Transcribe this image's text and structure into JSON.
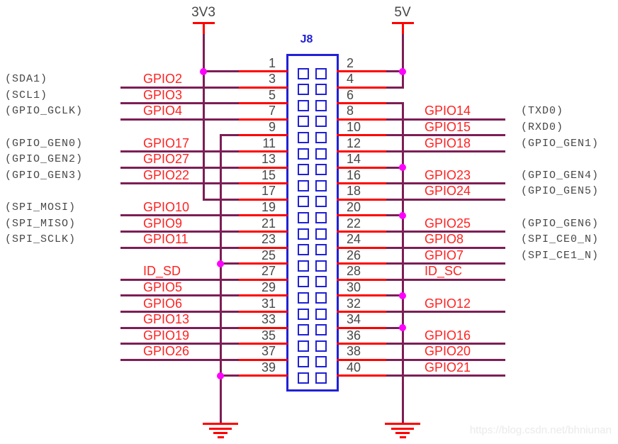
{
  "page": {
    "watermark": "https://blog.csdn.net/bhniunan"
  },
  "schematic": {
    "connector_designator": "J8",
    "power_flags": [
      {
        "name": "3V3",
        "side": "left"
      },
      {
        "name": "5V",
        "side": "right"
      }
    ],
    "ground_symbol_count": 2,
    "colors": {
      "wire": "#7d1e55",
      "pin_stub_red": "#ff0000",
      "net_label_red": "#ff2222",
      "symbol_blue": "#2020d8",
      "junction_magenta": "#ff00ff",
      "text_dark": "#474747",
      "watermark_gray": "#eaeaea",
      "background": "#ffffff"
    },
    "pins": [
      {
        "pin": 1,
        "net": "3V3",
        "label": "",
        "signal": ""
      },
      {
        "pin": 2,
        "net": "5V",
        "label": "",
        "signal": ""
      },
      {
        "pin": 3,
        "net": "GPIO",
        "label": "GPIO2",
        "signal": "(SDA1)"
      },
      {
        "pin": 4,
        "net": "5V",
        "label": "",
        "signal": ""
      },
      {
        "pin": 5,
        "net": "GPIO",
        "label": "GPIO3",
        "signal": "(SCL1)"
      },
      {
        "pin": 6,
        "net": "GND",
        "label": "",
        "signal": ""
      },
      {
        "pin": 7,
        "net": "GPIO",
        "label": "GPIO4",
        "signal": "(GPIO_GCLK)"
      },
      {
        "pin": 8,
        "net": "GPIO",
        "label": "GPIO14",
        "signal": "(TXD0)"
      },
      {
        "pin": 9,
        "net": "GND",
        "label": "",
        "signal": ""
      },
      {
        "pin": 10,
        "net": "GPIO",
        "label": "GPIO15",
        "signal": "(RXD0)"
      },
      {
        "pin": 11,
        "net": "GPIO",
        "label": "GPIO17",
        "signal": "(GPIO_GEN0)"
      },
      {
        "pin": 12,
        "net": "GPIO",
        "label": "GPIO18",
        "signal": "(GPIO_GEN1)"
      },
      {
        "pin": 13,
        "net": "GPIO",
        "label": "GPIO27",
        "signal": "(GPIO_GEN2)"
      },
      {
        "pin": 14,
        "net": "GND",
        "label": "",
        "signal": ""
      },
      {
        "pin": 15,
        "net": "GPIO",
        "label": "GPIO22",
        "signal": "(GPIO_GEN3)"
      },
      {
        "pin": 16,
        "net": "GPIO",
        "label": "GPIO23",
        "signal": "(GPIO_GEN4)"
      },
      {
        "pin": 17,
        "net": "3V3",
        "label": "",
        "signal": ""
      },
      {
        "pin": 18,
        "net": "GPIO",
        "label": "GPIO24",
        "signal": "(GPIO_GEN5)"
      },
      {
        "pin": 19,
        "net": "GPIO",
        "label": "GPIO10",
        "signal": "(SPI_MOSI)"
      },
      {
        "pin": 20,
        "net": "GND",
        "label": "",
        "signal": ""
      },
      {
        "pin": 21,
        "net": "GPIO",
        "label": "GPIO9",
        "signal": "(SPI_MISO)"
      },
      {
        "pin": 22,
        "net": "GPIO",
        "label": "GPIO25",
        "signal": "(GPIO_GEN6)"
      },
      {
        "pin": 23,
        "net": "GPIO",
        "label": "GPIO11",
        "signal": "(SPI_SCLK)"
      },
      {
        "pin": 24,
        "net": "GPIO",
        "label": "GPIO8",
        "signal": "(SPI_CE0_N)"
      },
      {
        "pin": 25,
        "net": "GND",
        "label": "",
        "signal": ""
      },
      {
        "pin": 26,
        "net": "GPIO",
        "label": "GPIO7",
        "signal": "(SPI_CE1_N)"
      },
      {
        "pin": 27,
        "net": "ID",
        "label": "ID_SD",
        "signal": ""
      },
      {
        "pin": 28,
        "net": "ID",
        "label": "ID_SC",
        "signal": ""
      },
      {
        "pin": 29,
        "net": "GPIO",
        "label": "GPIO5",
        "signal": ""
      },
      {
        "pin": 30,
        "net": "GND",
        "label": "",
        "signal": ""
      },
      {
        "pin": 31,
        "net": "GPIO",
        "label": "GPIO6",
        "signal": ""
      },
      {
        "pin": 32,
        "net": "GPIO",
        "label": "GPIO12",
        "signal": ""
      },
      {
        "pin": 33,
        "net": "GPIO",
        "label": "GPIO13",
        "signal": ""
      },
      {
        "pin": 34,
        "net": "GND",
        "label": "",
        "signal": ""
      },
      {
        "pin": 35,
        "net": "GPIO",
        "label": "GPIO19",
        "signal": ""
      },
      {
        "pin": 36,
        "net": "GPIO",
        "label": "GPIO16",
        "signal": ""
      },
      {
        "pin": 37,
        "net": "GPIO",
        "label": "GPIO26",
        "signal": ""
      },
      {
        "pin": 38,
        "net": "GPIO",
        "label": "GPIO20",
        "signal": ""
      },
      {
        "pin": 39,
        "net": "GND",
        "label": "",
        "signal": ""
      },
      {
        "pin": 40,
        "net": "GPIO",
        "label": "GPIO21",
        "signal": ""
      }
    ]
  }
}
